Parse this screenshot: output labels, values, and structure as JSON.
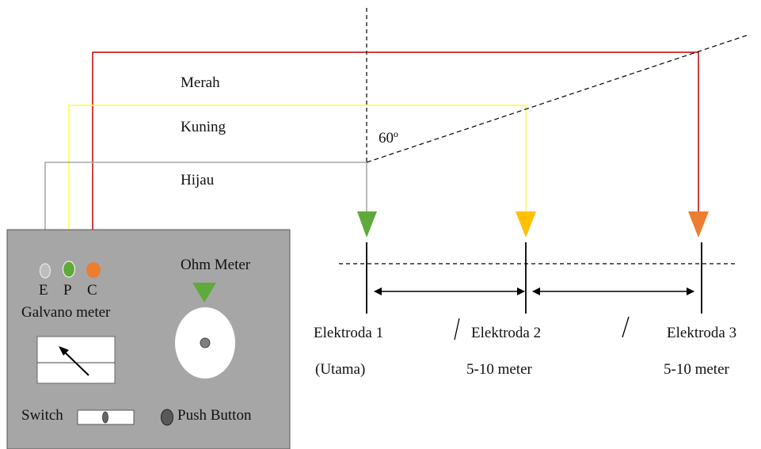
{
  "wire_labels": {
    "red": "Merah",
    "yellow": "Kuning",
    "green": "Hijau"
  },
  "angle_label": "60º",
  "meter": {
    "terminals": {
      "e": "E",
      "p": "P",
      "c": "C"
    },
    "galvano_label": "Galvano meter",
    "ohm_label": "Ohm Meter",
    "switch_label": "Switch",
    "push_label": "Push Button"
  },
  "electrodes": [
    {
      "name": "Elektroda 1",
      "note": "(Utama)"
    },
    {
      "name": "Elektroda 2",
      "note": "5-10 meter"
    },
    {
      "name": "Elektroda 3",
      "note": "5-10 meter"
    }
  ],
  "colors": {
    "red": "#c00000",
    "yellow": "#ffff33",
    "green_wire": "#a6a6a6",
    "green_marker": "#5faa3a",
    "yellow_marker": "#ffc000",
    "orange_marker": "#ed7d31",
    "panel": "#a6a6a6"
  }
}
